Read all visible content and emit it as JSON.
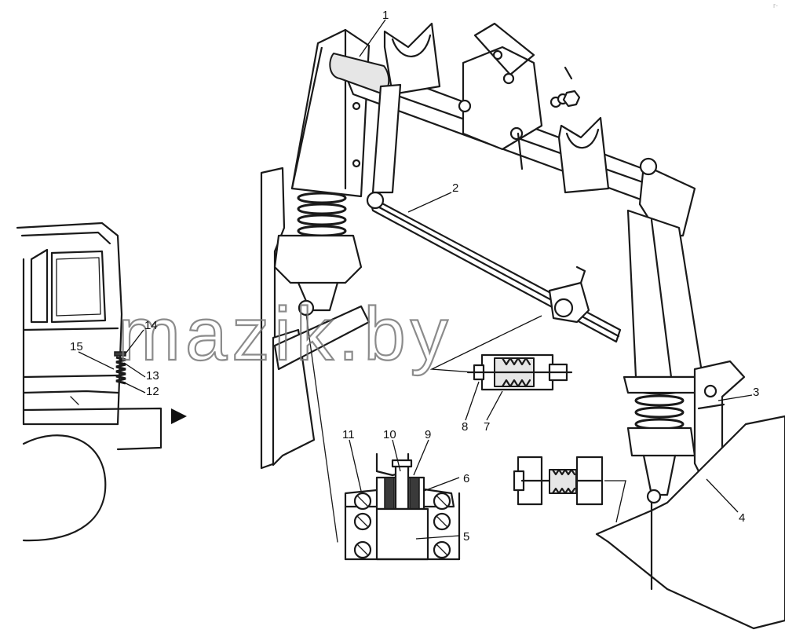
{
  "watermark": "mazik.by",
  "corner_mark": "r-",
  "callouts": [
    {
      "id": "1",
      "text": "1"
    },
    {
      "id": "2",
      "text": "2"
    },
    {
      "id": "3",
      "text": "3"
    },
    {
      "id": "4",
      "text": "4"
    },
    {
      "id": "5",
      "text": "5"
    },
    {
      "id": "6",
      "text": "6"
    },
    {
      "id": "7",
      "text": "7"
    },
    {
      "id": "8",
      "text": "8"
    },
    {
      "id": "9",
      "text": "9"
    },
    {
      "id": "10",
      "text": "10"
    },
    {
      "id": "11",
      "text": "11"
    },
    {
      "id": "12",
      "text": "12"
    },
    {
      "id": "13",
      "text": "13"
    },
    {
      "id": "14",
      "text": "14"
    },
    {
      "id": "15",
      "text": "15"
    }
  ]
}
